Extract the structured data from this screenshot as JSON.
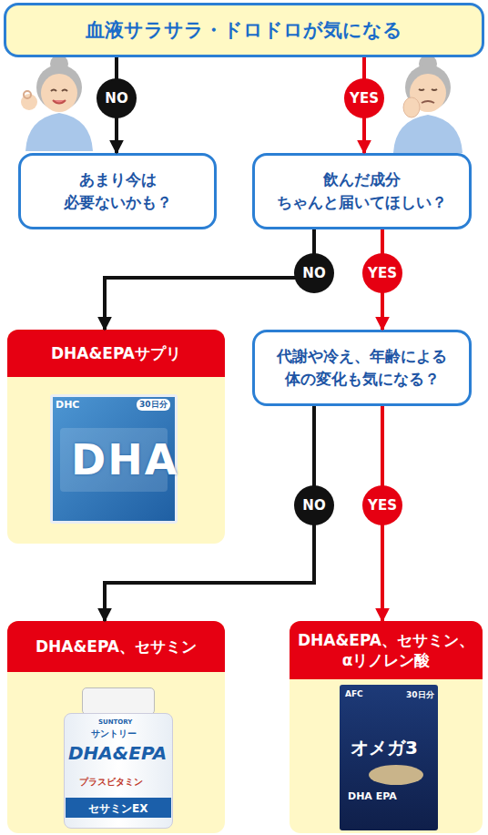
{
  "diagram": {
    "nodes": [
      {
        "text": [
          "血液サラサラ・ドロドロが気になる"
        ]
      },
      {
        "text": [
          "あまり今は 必要ないかも？"
        ]
      },
      {
        "text": [
          "飲んだ成分 ちゃんと届いてほしい？"
        ]
      },
      {
        "text": [
          "DHA&EPAサプリ"
        ]
      },
      {
        "text": [
          "代謝や冷え、年齢による 体の変化も気になる？"
        ]
      },
      {
        "text": [
          "DHA&EPA、セサミン"
        ]
      },
      {
        "text": [
          "DHA&EPA、セサミン、 αリノレン酸"
        ]
      }
    ],
    "edges": [
      {
        "from": 0,
        "to": 1,
        "label": "NO",
        "arrow": "to"
      },
      {
        "from": 0,
        "to": 2,
        "label": "YES",
        "arrow": "to"
      },
      {
        "from": 2,
        "to": 3,
        "label": "NO",
        "arrow": "to"
      },
      {
        "from": 2,
        "to": 4,
        "label": "YES",
        "arrow": "to"
      },
      {
        "from": 4,
        "to": 5,
        "label": "NO",
        "arrow": "to"
      },
      {
        "from": 4,
        "to": 6,
        "label": "YES",
        "arrow": "to"
      }
    ],
    "labels": [
      "DHC",
      "30日分",
      "DHA",
      "SUNTORY",
      "サントリー",
      "DHA&EPA",
      "プラスビタミン",
      "セサミンEX",
      "AFC",
      "30日分",
      "オメガ3",
      "DHA EPA"
    ]
  }
}
